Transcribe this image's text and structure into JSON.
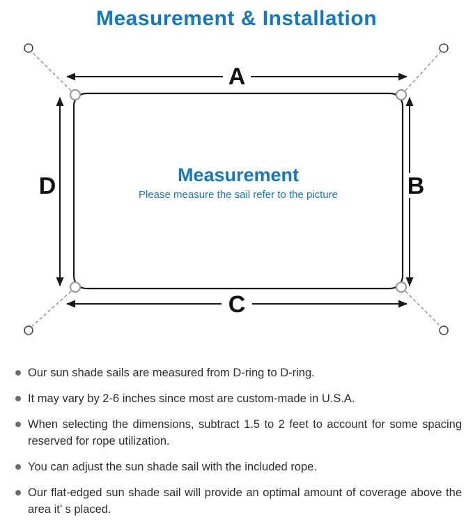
{
  "title": "Measurement & Installation",
  "diagram": {
    "label_a": "A",
    "label_b": "B",
    "label_c": "C",
    "label_d": "D",
    "center_title": "Measurement",
    "center_subtitle": "Please measure the sail refer to the picture"
  },
  "bullets": [
    "Our sun shade sails are measured from D-ring to D-ring.",
    "It may vary by 2-6 inches since most are custom-made in U.S.A.",
    "When selecting the dimensions, subtract 1.5 to 2 feet to account for some spacing reserved for rope utilization.",
    "You can adjust the sun shade sail with the included rope.",
    "Our flat-edged sun shade sail will provide an optimal amount of coverage above the area it’ s placed."
  ],
  "colors": {
    "accent_blue": "#1478c0",
    "body_text": "#2e2e2e",
    "line_black": "#1a1a1a",
    "line_gray": "#8a8a8a"
  }
}
